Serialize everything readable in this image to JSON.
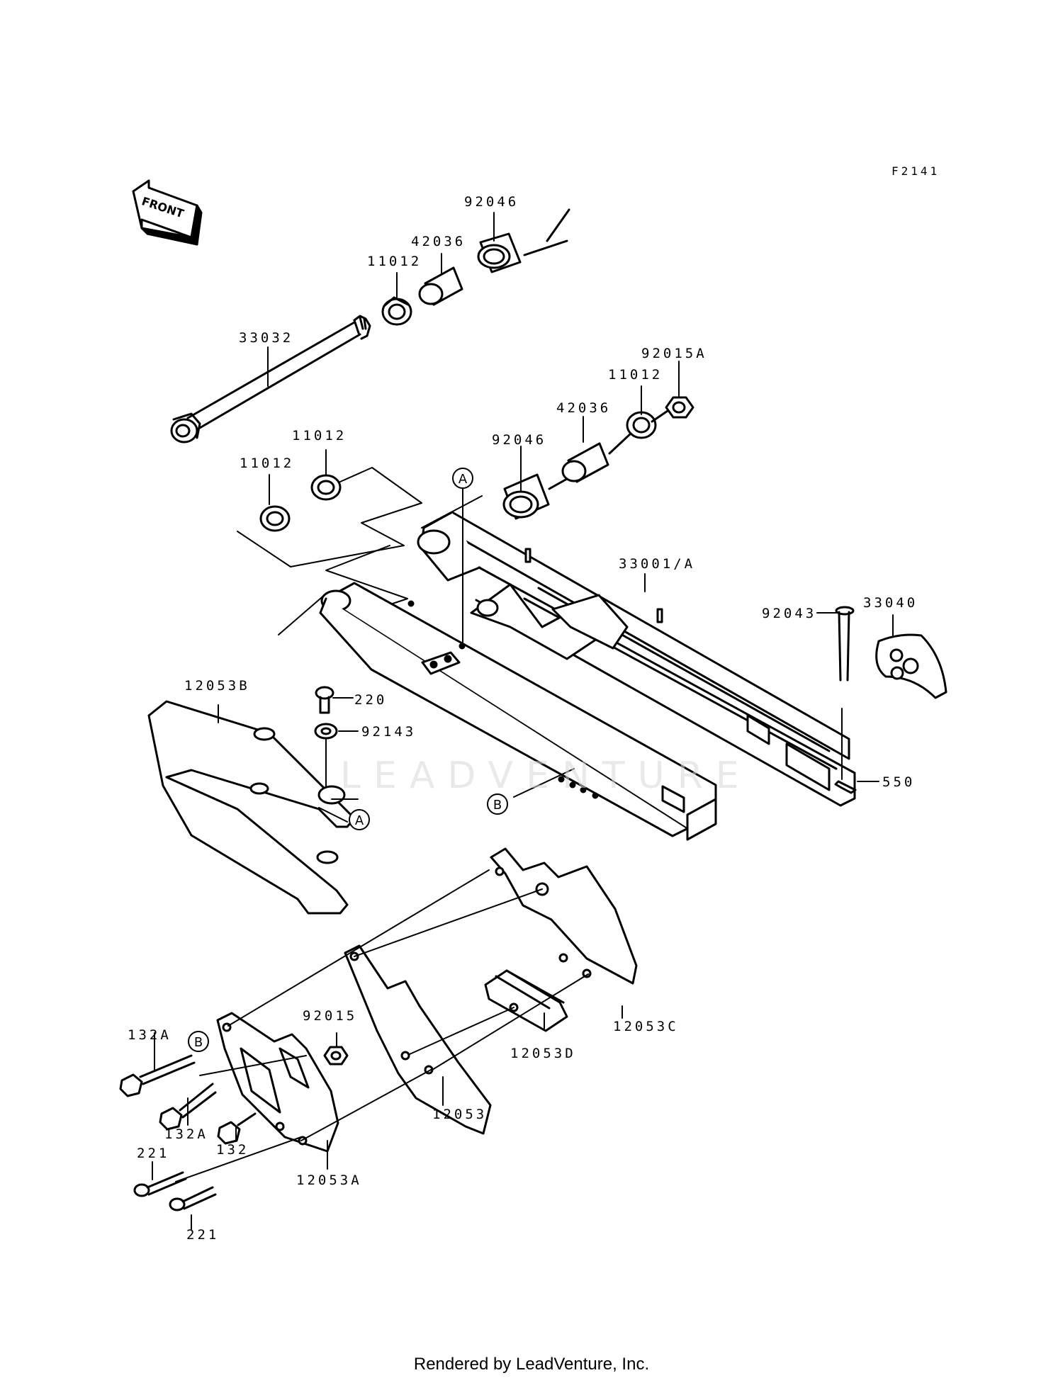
{
  "figure_code": "F2141",
  "front_label": "FRONT",
  "watermark": "LEADVENTURE",
  "footer": "Rendered by LeadVenture, Inc.",
  "ref_marks": {
    "a": "A",
    "b": "B"
  },
  "parts": {
    "p92046_top": "92046",
    "p42036_top": "42036",
    "p11012_top": "11012",
    "p33032": "33032",
    "p92015A": "92015A",
    "p11012_right": "11012",
    "p42036_mid": "42036",
    "p92046_mid": "92046",
    "p11012_mid": "11012",
    "p11012_left": "11012",
    "p33001A": "33001/A",
    "p92043": "92043",
    "p33040": "33040",
    "p12053B": "12053B",
    "p220": "220",
    "p92143": "92143",
    "p550": "550",
    "p92015": "92015",
    "p132A_1": "132A",
    "p132A_2": "132A",
    "p132": "132",
    "p12053C": "12053C",
    "p12053D": "12053D",
    "p12053": "12053",
    "p12053A": "12053A",
    "p221_1": "221",
    "p221_2": "221"
  }
}
